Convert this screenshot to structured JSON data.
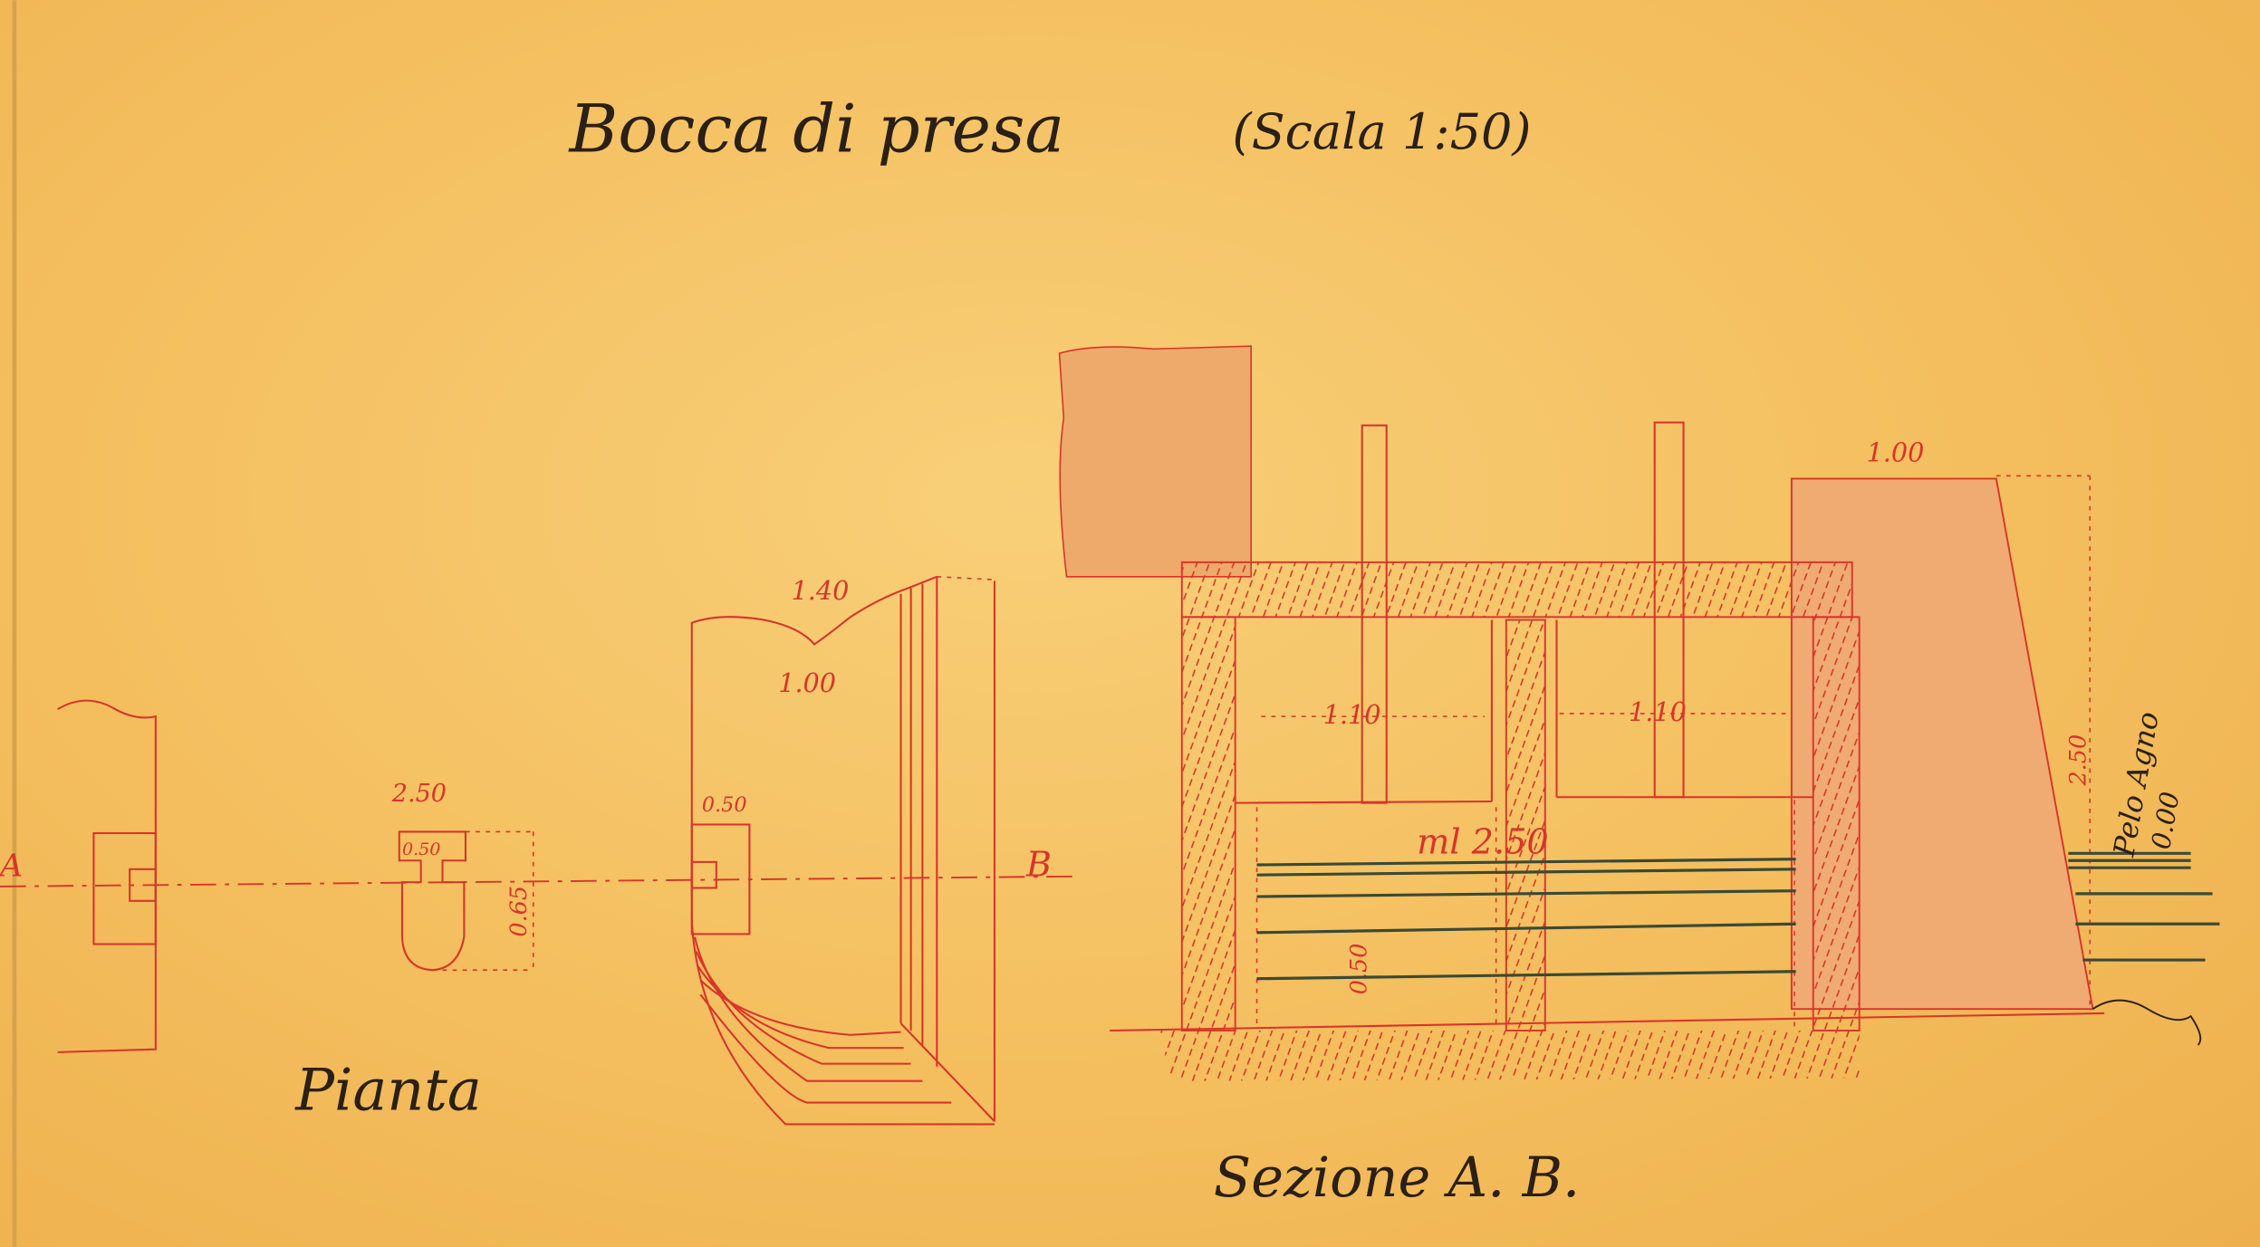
{
  "title": {
    "main": "Bocca di presa",
    "scale": "(Scala 1:50)"
  },
  "pianta": {
    "label": "Pianta",
    "dims": {
      "width_top": "1.40",
      "width_inner": "1.00",
      "gate_width": "2.50",
      "gate_small": "0.50",
      "gate_depth": "0.65",
      "opening": "0.50"
    },
    "point_a": "A",
    "point_b": "B"
  },
  "sezione": {
    "label": "Sezione A. B.",
    "dims": {
      "bay_left": "1.10",
      "bay_right": "1.10",
      "total": "ml 2.50",
      "water_depth": "0.50",
      "bank_top": "1.00",
      "bank_height": "2.50"
    },
    "water_level": {
      "label": "Pelo Agno",
      "value": "0.00"
    }
  },
  "colors": {
    "paper": "#f4bf5f",
    "ink_red": "#d7352a",
    "ink_black": "#2a2015",
    "water": "#3a4a35"
  }
}
